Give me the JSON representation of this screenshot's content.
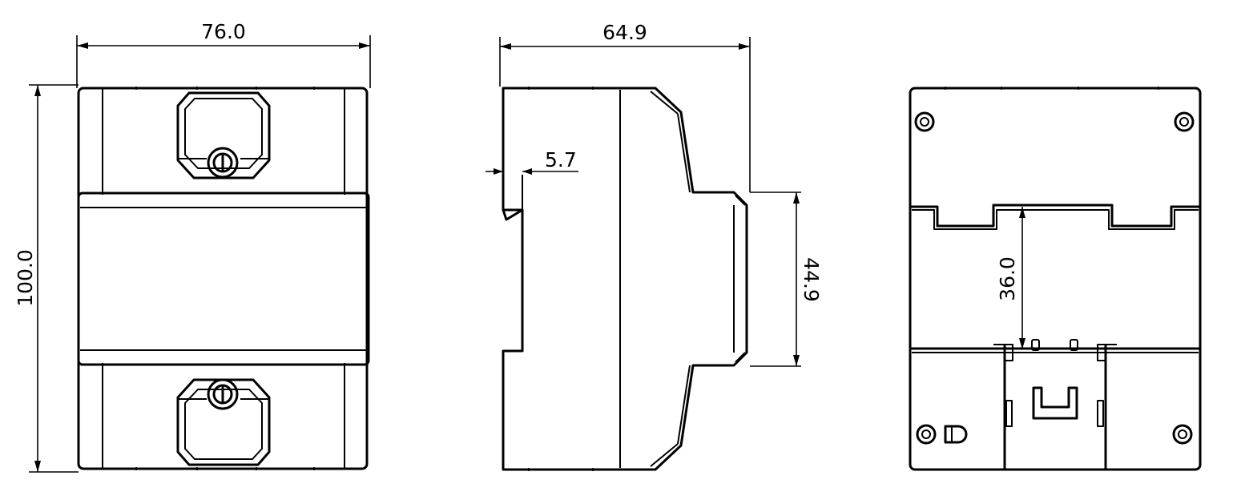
{
  "views": {
    "front": {
      "dimensions": {
        "width": "76.0",
        "height": "100.0"
      }
    },
    "side": {
      "dimensions": {
        "depth": "64.9",
        "flange": "5.7",
        "front_height": "44.9"
      }
    },
    "back": {
      "dimensions": {
        "height": "36.0"
      }
    }
  },
  "colors": {
    "line": "#000000",
    "background": "#ffffff"
  }
}
